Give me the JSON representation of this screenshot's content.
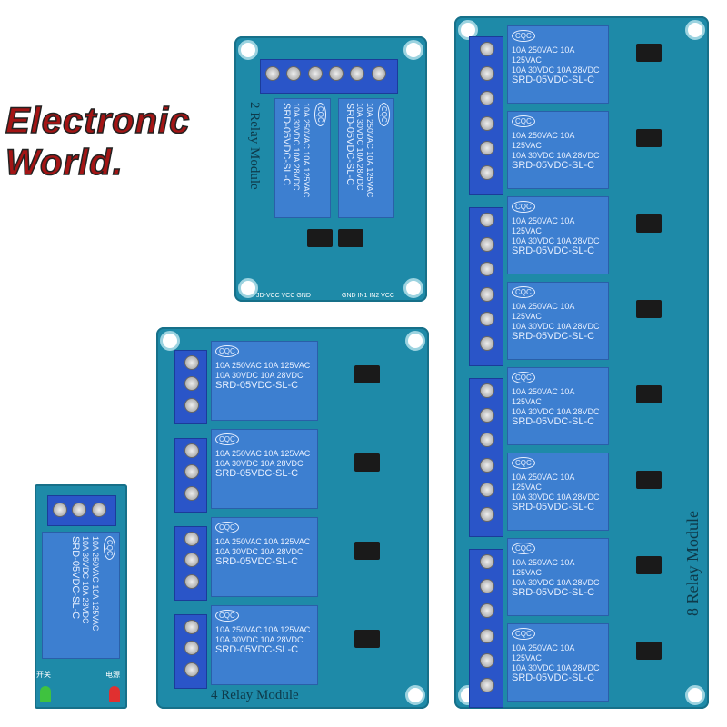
{
  "watermark": "Electronic World.",
  "relay_text": {
    "brand": "CQC",
    "line1": "10A 250VAC 10A 125VAC",
    "line2": "10A 30VDC 10A 28VDC",
    "model": "SRD-05VDC-SL-C"
  },
  "boards": {
    "two": {
      "label": "2 Relay Module",
      "pins": "GND IN1 IN2 VCC",
      "jumper": "JD-VCC VCC GND"
    },
    "four": {
      "label": "4 Relay Module"
    },
    "eight": {
      "label": "8 Relay Module"
    },
    "one": {
      "label_left": "开关",
      "label_right": "电源"
    }
  },
  "colors": {
    "pcb": "#1e8aa8",
    "relay": "#3d7fd0",
    "terminal": "#2a55c8",
    "watermark": "#a31515"
  }
}
